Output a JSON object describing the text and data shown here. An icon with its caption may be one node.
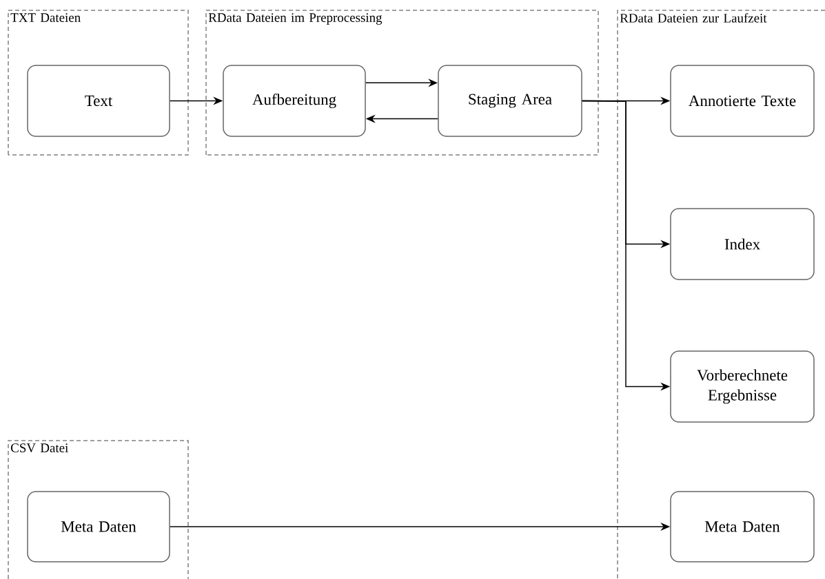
{
  "diagram": {
    "nodes": [
      {
        "text": [
          "TXT Dateien"
        ]
      },
      {
        "text": [
          "Text"
        ],
        "in": 0
      },
      {
        "text": [
          "RData Dateien im Preprocessing"
        ]
      },
      {
        "text": [
          "Aufbereitung"
        ],
        "in": 2
      },
      {
        "text": [
          "Staging Area"
        ],
        "in": 2
      },
      {
        "text": [
          "RData Dateien zur Laufzeit"
        ]
      },
      {
        "text": [
          "Annotierte Texte"
        ],
        "in": 5
      },
      {
        "text": [
          "Index"
        ],
        "in": 5
      },
      {
        "text": [
          "Vorberechnete Ergebnisse"
        ],
        "in": 5
      },
      {
        "text": [
          "CSV Datei"
        ]
      },
      {
        "text": [
          "Meta Daten"
        ],
        "in": 9
      },
      {
        "text": [
          "Meta Daten"
        ],
        "in": 5
      }
    ],
    "edges": [
      {
        "from": 1,
        "to": 3,
        "arrow": "to"
      },
      {
        "from": 3,
        "to": 4,
        "arrow": "to"
      },
      {
        "from": 4,
        "to": 3,
        "arrow": "to"
      },
      {
        "from": 4,
        "to": 6,
        "arrow": "to"
      },
      {
        "from": 4,
        "to": 7,
        "arrow": "to"
      },
      {
        "from": 4,
        "to": 8,
        "arrow": "to"
      },
      {
        "from": 10,
        "to": 11,
        "arrow": "to"
      }
    ]
  }
}
